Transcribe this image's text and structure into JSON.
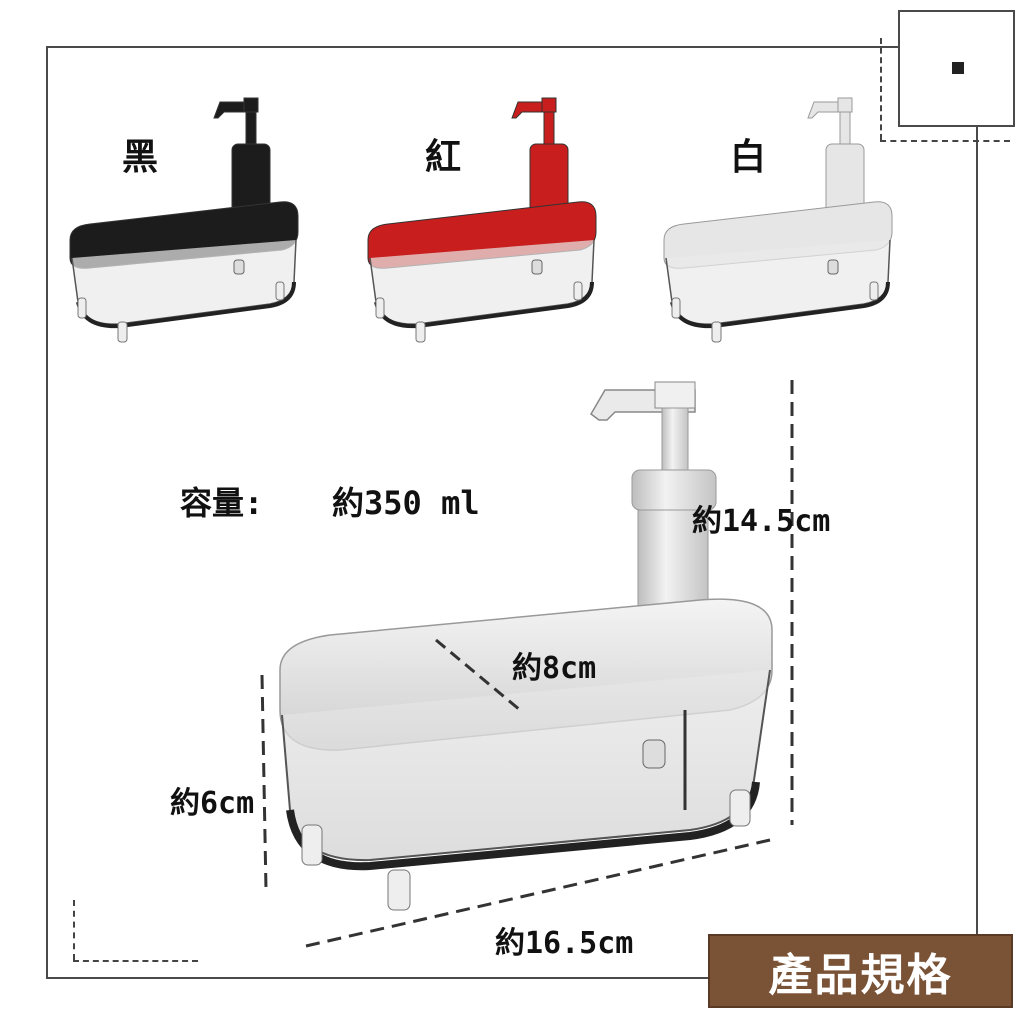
{
  "colors_section": {
    "variants": [
      {
        "label": "黑",
        "color": "#1c1c1c"
      },
      {
        "label": "紅",
        "color": "#c81e1e"
      },
      {
        "label": "白",
        "color": "#e6e6e6"
      }
    ]
  },
  "specs": {
    "capacity_label": "容量:",
    "capacity_value": "約350 ml",
    "height": "約14.5cm",
    "depth": "約8cm",
    "base_height": "約6cm",
    "width": "約16.5cm"
  },
  "badge": {
    "text": "產品規格",
    "color": "#7a5236"
  }
}
